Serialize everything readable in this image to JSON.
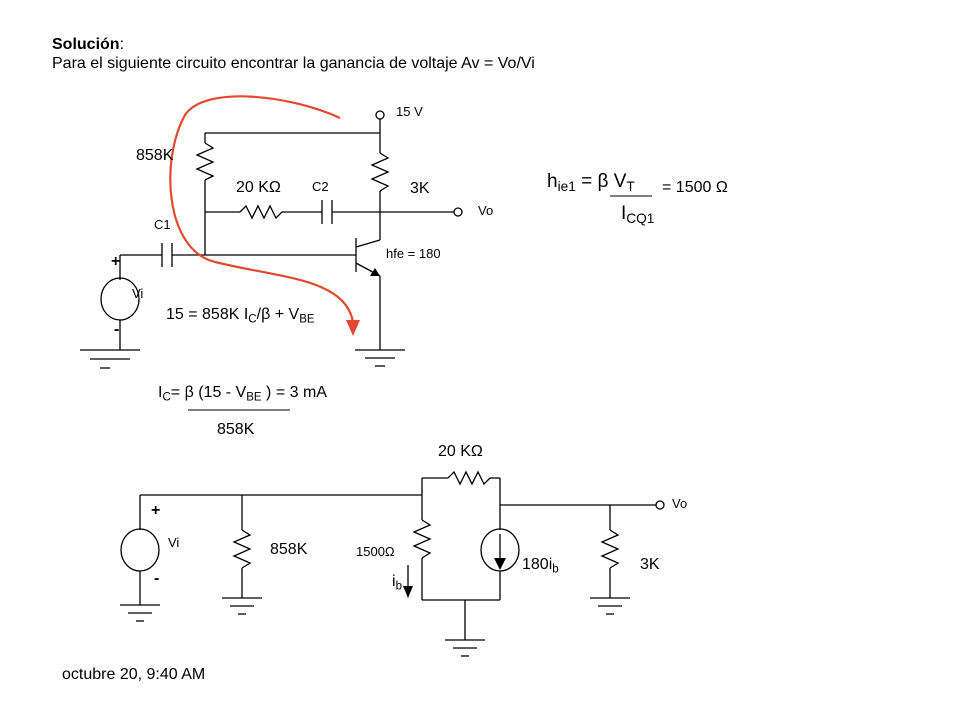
{
  "header": {
    "title": "Solución",
    "title_colon": ":",
    "problem": "Para el siguiente circuito encontrar la ganancia de voltaje Av = Vo/Vi"
  },
  "circuit1": {
    "supply": "15 V",
    "r_base": "858K",
    "r_feedback": "20 KΩ",
    "c2": "C2",
    "r_collector": "3K",
    "c1": "C1",
    "vo": "Vo",
    "hfe": "hfe = 180",
    "plus": "+",
    "minus": "-",
    "vi": "Vi"
  },
  "equations": {
    "hie_h": "h",
    "hie_sub": "ie1",
    "hie_eq": " = β V",
    "hie_vt_sub": "T",
    "hie_value": "=  1500 Ω",
    "icq": "I",
    "icq_sub": "CQ1",
    "kvl_a": "15 = 858K I",
    "kvl_c_sub": "C",
    "kvl_b": "/β + V",
    "kvl_be_sub": "BE",
    "ic_i": "I",
    "ic_c_sub": "C",
    "ic_a": "= β (15 - V",
    "ic_be_sub": "BE",
    "ic_b": " ) = 3 mA",
    "ic_den": "858K"
  },
  "circuit2": {
    "r_feedback": "20 KΩ",
    "vo": "Vo",
    "plus": "+",
    "minus": "-",
    "vi": "Vi",
    "r_base": "858K",
    "hie": "1500Ω",
    "ib_i": "i",
    "ib_sub": "b",
    "src_a": "180i",
    "src_sub": "b",
    "r_collector": "3K"
  },
  "footer": {
    "timestamp": "octubre 20, 9:40 AM"
  },
  "colors": {
    "annotation": "#e2492f",
    "wire": "#000000"
  }
}
